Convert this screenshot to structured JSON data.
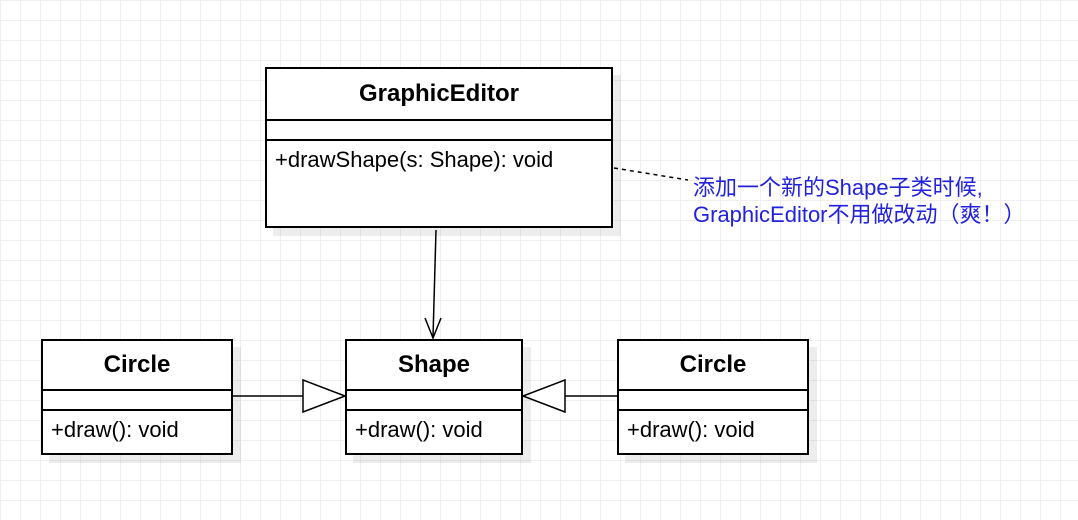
{
  "classes": {
    "graphic_editor": {
      "name": "GraphicEditor",
      "method": "+drawShape(s: Shape): void"
    },
    "circle_left": {
      "name": "Circle",
      "method": "+draw(): void"
    },
    "shape": {
      "name": "Shape",
      "method": "+draw(): void"
    },
    "circle_right": {
      "name": "Circle",
      "method": "+draw(): void"
    }
  },
  "note": {
    "line1": "添加一个新的Shape子类时候,",
    "line2": "GraphicEditor不用做改动（爽！）"
  },
  "colors": {
    "note_text": "#2222dd",
    "line": "#000000"
  }
}
